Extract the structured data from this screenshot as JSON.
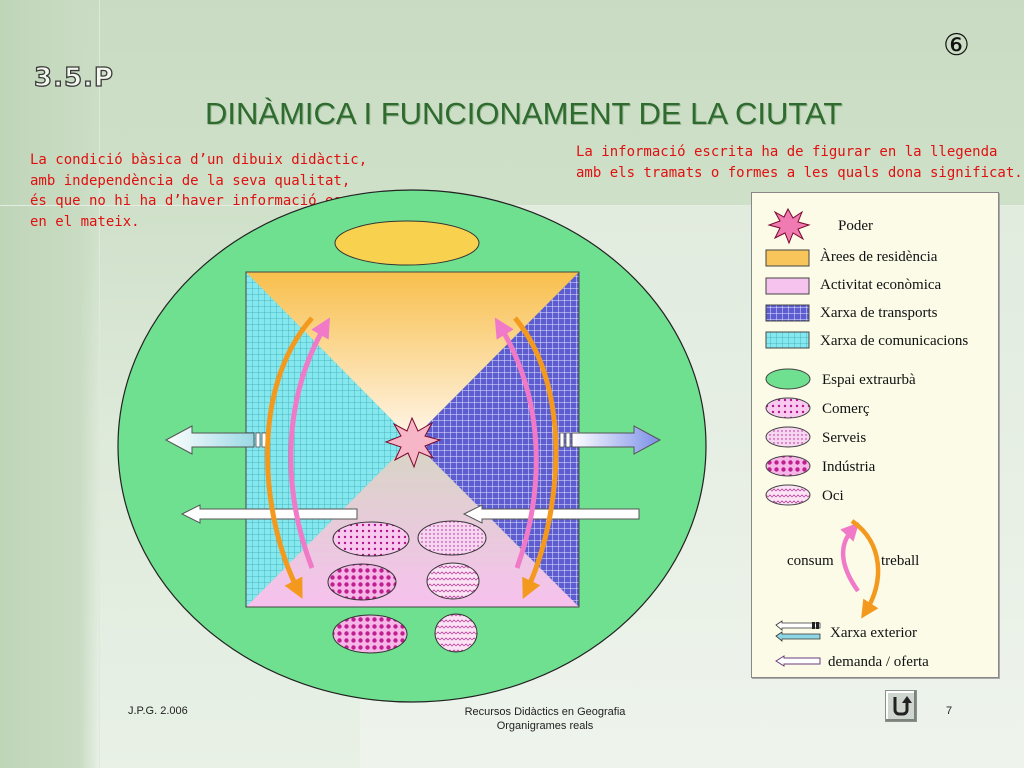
{
  "slide": {
    "badge": "⑥",
    "code": "3.5.P",
    "title": "DINÀMICA I FUNCIONAMENT DE LA CIUTAT",
    "note_left": "La condició bàsica d’un dibuix didàctic,\namb independència de la seva qualitat,\nés que no hi ha d’haver informació escrita\nen el mateix.",
    "note_right": "La informació escrita ha de figurar en la llegenda\namb els tramats o formes a les quals dona significat."
  },
  "legend": {
    "items": [
      {
        "label": "Poder",
        "symbol": "star-icon"
      },
      {
        "label": "Àrees de residència",
        "symbol": "orange-rect"
      },
      {
        "label": "Activitat econòmica",
        "symbol": "pink-rect"
      },
      {
        "label": "Xarxa de transports",
        "symbol": "blue-grid-rect"
      },
      {
        "label": "Xarxa de comunicacions",
        "symbol": "cyan-grid-rect"
      },
      {
        "label": "Espai extraurbà",
        "symbol": "green-ellipse"
      },
      {
        "label": "Comerç",
        "symbol": "dotted-ellipse"
      },
      {
        "label": "Serveis",
        "symbol": "fine-dot-ellipse"
      },
      {
        "label": "Indústria",
        "symbol": "heavy-dot-ellipse"
      },
      {
        "label": "Oci",
        "symbol": "zigzag-ellipse"
      }
    ],
    "flow_left": "consum",
    "flow_right": "treball",
    "arrow_items": [
      {
        "label": "Xarxa exterior",
        "symbol": "double-arrow-icon"
      },
      {
        "label": "demanda / oferta",
        "symbol": "white-arrow-icon"
      }
    ]
  },
  "colors": {
    "green_space": "#6fe08f",
    "residential": "#f8c55a",
    "economic": "#f6c2ee",
    "transport": "#5353c8",
    "communications": "#7fe7ee",
    "flow_orange": "#f39a1e",
    "flow_pink": "#f07ac8",
    "title_green": "#2f6b2f",
    "note_red": "#e01010"
  },
  "footer": {
    "author": "J.P.G. 2.006",
    "line1": "Recursos Didàctics en Geografia",
    "line2": "Organigrames reals",
    "page": "7"
  }
}
